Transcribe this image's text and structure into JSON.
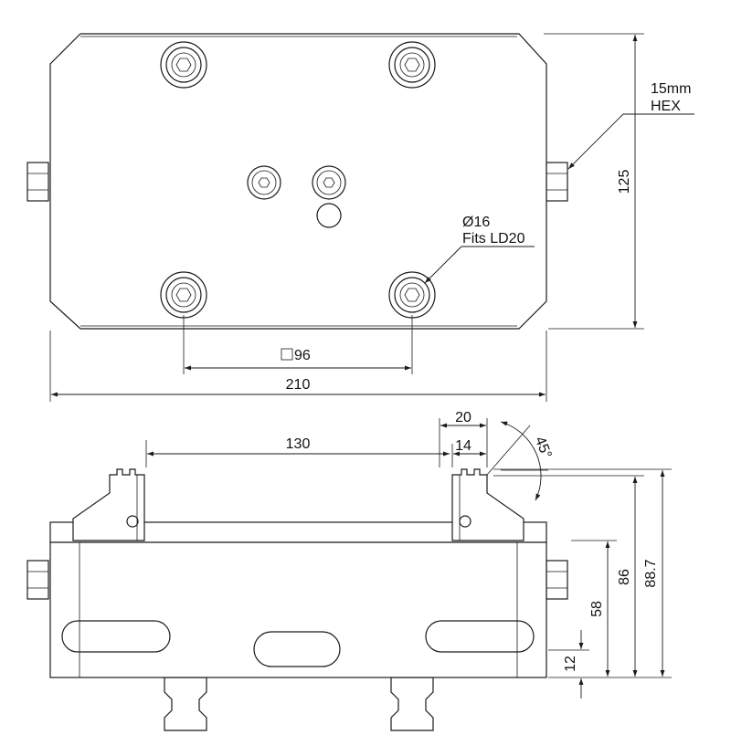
{
  "top_view": {
    "hex_note": {
      "line1": "15mm",
      "line2": "HEX"
    },
    "pin_note": {
      "line1": "Ø16",
      "line2": "Fits LD20"
    },
    "dim_height": "125",
    "dim_square": "96",
    "dim_width": "210"
  },
  "front_view": {
    "dim_jaw_span": "130",
    "dim_jaw_width": "20",
    "dim_jaw_step": "14",
    "dim_angle": "45°",
    "dim_86": "86",
    "dim_88_7": "88.7",
    "dim_58": "58",
    "dim_12": "12"
  }
}
